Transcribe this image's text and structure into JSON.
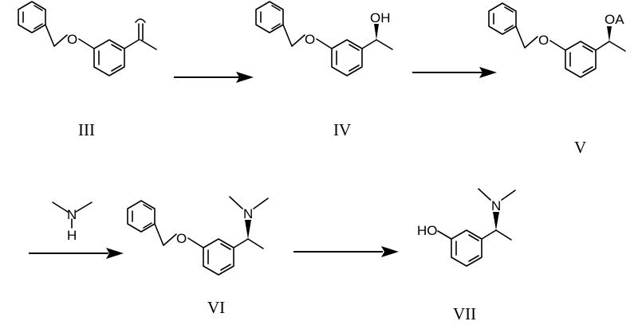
{
  "scheme": {
    "compounds": [
      {
        "label": "III"
      },
      {
        "label": "IV",
        "substituent": "OH"
      },
      {
        "label": "V",
        "substituent": "OA"
      },
      {
        "label": "VI",
        "substituent": "N"
      },
      {
        "label": "VII",
        "substituent": "N",
        "phenol": "HO"
      }
    ],
    "reagents": [
      {
        "step": 3,
        "atoms": {
          "N": "N",
          "H": "H"
        }
      }
    ],
    "ring_atoms": {
      "oxygen": "O"
    }
  }
}
